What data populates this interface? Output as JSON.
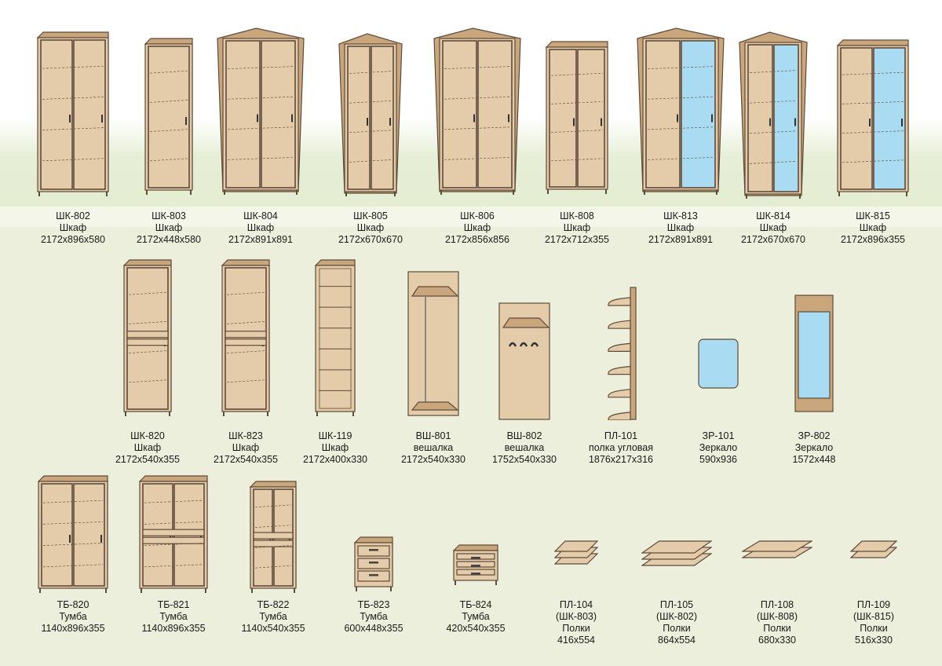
{
  "colors": {
    "wood": "#e4cba9",
    "wood_dark": "#c9a67c",
    "edge": "#5e4b3a",
    "glass": "#a9dcf2",
    "background": "#ecefdb"
  },
  "rows": [
    {
      "items": [
        {
          "code": "ШК-802",
          "name": "Шкаф",
          "size": "2172x896x580",
          "icon": "wardrobe-2door"
        },
        {
          "code": "ШК-803",
          "name": "Шкаф",
          "size": "2172x448x580",
          "icon": "wardrobe-1door"
        },
        {
          "code": "ШК-804",
          "name": "Шкаф",
          "size": "2172x891x891",
          "icon": "corner-wardrobe"
        },
        {
          "code": "ШК-805",
          "name": "Шкаф",
          "size": "2172x670x670",
          "icon": "corner-wardrobe"
        },
        {
          "code": "ШК-806",
          "name": "Шкаф",
          "size": "2172x856x856",
          "icon": "corner-wardrobe"
        },
        {
          "code": "ШК-808",
          "name": "Шкаф",
          "size": "2172x712x355",
          "icon": "wardrobe-2door"
        },
        {
          "code": "ШК-813",
          "name": "Шкаф",
          "size": "2172x891x891",
          "icon": "corner-wardrobe-mirror"
        },
        {
          "code": "ШК-814",
          "name": "Шкаф",
          "size": "2172x670x670",
          "icon": "corner-wardrobe-mirror"
        },
        {
          "code": "ШК-815",
          "name": "Шкаф",
          "size": "2172x896x355",
          "icon": "wardrobe-mirror"
        }
      ]
    },
    {
      "items": [
        {
          "code": "ШК-820",
          "name": "Шкаф",
          "size": "2172x540x355",
          "icon": "cabinet-drawers"
        },
        {
          "code": "ШК-823",
          "name": "Шкаф",
          "size": "2172x540x355",
          "icon": "cabinet-drawers"
        },
        {
          "code": "ШК-119",
          "name": "Шкаф",
          "size": "2172x400x330",
          "icon": "open-shelf"
        },
        {
          "code": "ВШ-801",
          "name": "вешалка",
          "size": "2172x540x330",
          "icon": "hanger-rack"
        },
        {
          "code": "ВШ-802",
          "name": "вешалка",
          "size": "1752x540x330",
          "icon": "wall-hanger"
        },
        {
          "code": "ПЛ-101",
          "name": "полка угловая",
          "size": "1876x217x316",
          "icon": "corner-shelf"
        },
        {
          "code": "ЗР-101",
          "name": "Зеркало",
          "size": "590x936",
          "icon": "mirror"
        },
        {
          "code": "ЗР-802",
          "name": "Зеркало",
          "size": "1572x448",
          "icon": "mirror-tall"
        }
      ]
    },
    {
      "items": [
        {
          "code": "ТБ-820",
          "name": "Тумба",
          "size": "1140x896x355",
          "icon": "low-cabinet"
        },
        {
          "code": "ТБ-821",
          "name": "Тумба",
          "size": "1140x896x355",
          "icon": "low-cabinet-drawers"
        },
        {
          "code": "ТБ-822",
          "name": "Тумба",
          "size": "1140x540x355",
          "icon": "low-cabinet-drawers"
        },
        {
          "code": "ТБ-823",
          "name": "Тумба",
          "size": "600x448x355",
          "icon": "drawer-chest"
        },
        {
          "code": "ТБ-824",
          "name": "Тумба",
          "size": "420x540x355",
          "icon": "drawer-chest"
        },
        {
          "code": "ПЛ-104",
          "sub": "(ШК-803)",
          "name": "Полки",
          "size": "416x554",
          "icon": "shelf-boards"
        },
        {
          "code": "ПЛ-105",
          "sub": "(ШК-802)",
          "name": "Полки",
          "size": "864x554",
          "icon": "shelf-boards"
        },
        {
          "code": "ПЛ-108",
          "sub": "(ШК-808)",
          "name": "Полки",
          "size": "680x330",
          "icon": "shelf-boards"
        },
        {
          "code": "ПЛ-109",
          "sub": "(ШК-815)",
          "name": "Полки",
          "size": "516x330",
          "icon": "shelf-boards"
        }
      ]
    }
  ]
}
